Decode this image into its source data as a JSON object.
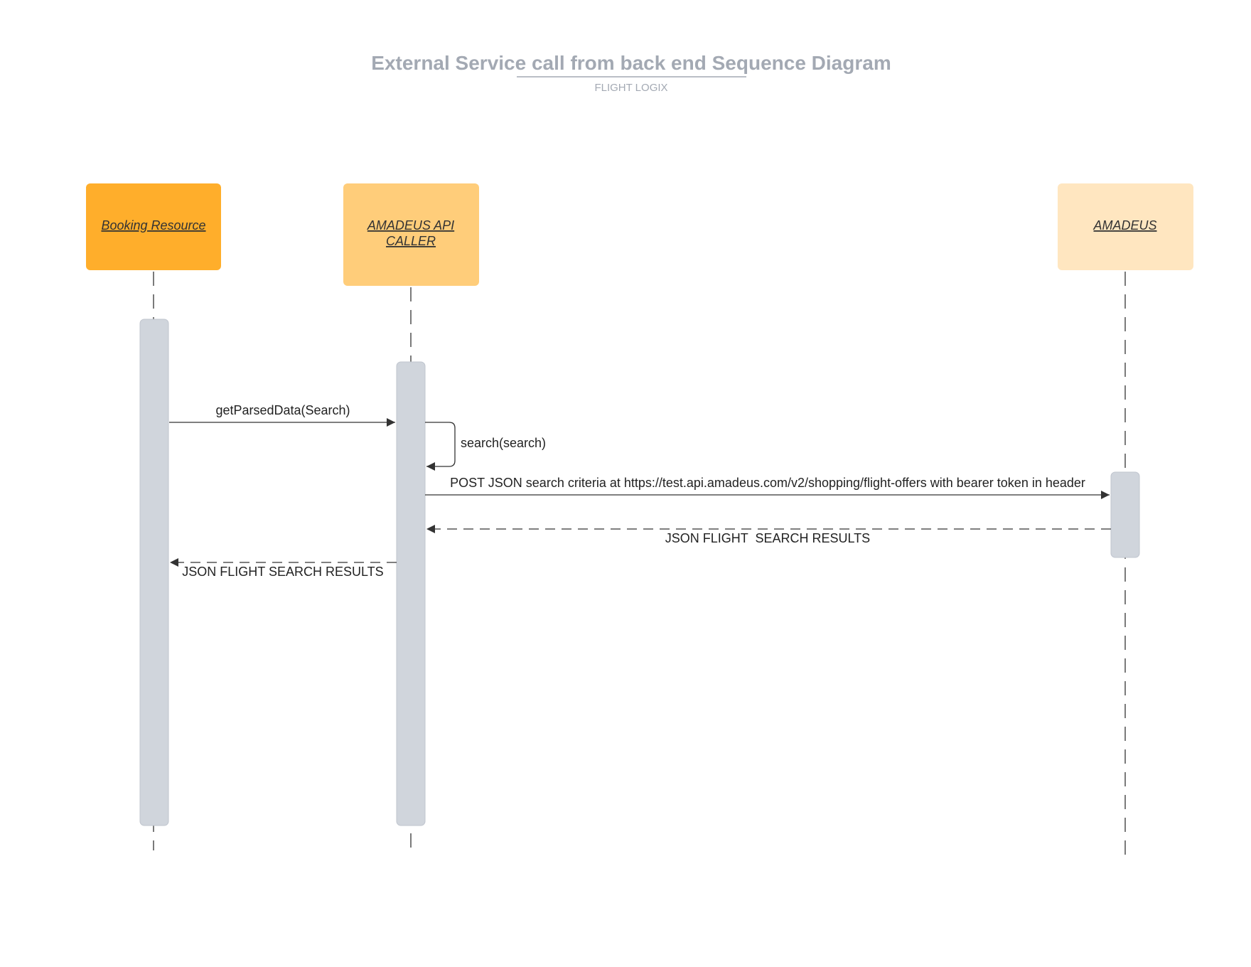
{
  "header": {
    "title": "External Service call from back end Sequence Diagram",
    "subtitle": "FLIGHT LOGIX"
  },
  "actors": [
    {
      "id": "booking",
      "label_lines": [
        "Booking Resource"
      ],
      "color": "#ffae2b"
    },
    {
      "id": "caller",
      "label_lines": [
        "AMADEUS API",
        "CALLER"
      ],
      "color": "#ffcd7a"
    },
    {
      "id": "amadeus",
      "label_lines": [
        "AMADEUS"
      ],
      "color": "#ffe6c0"
    }
  ],
  "messages": [
    {
      "from": "booking",
      "to": "caller",
      "type": "sync",
      "label": "getParsedData(Search)"
    },
    {
      "from": "caller",
      "to": "caller",
      "type": "self",
      "label": "search(search)"
    },
    {
      "from": "caller",
      "to": "amadeus",
      "type": "sync",
      "label": "POST JSON search criteria at https://test.api.amadeus.com/v2/shopping/flight-offers with bearer token in header"
    },
    {
      "from": "amadeus",
      "to": "caller",
      "type": "return",
      "label": "JSON FLIGHT  SEARCH RESULTS"
    },
    {
      "from": "caller",
      "to": "booking",
      "type": "return",
      "label": "JSON FLIGHT SEARCH RESULTS"
    }
  ]
}
